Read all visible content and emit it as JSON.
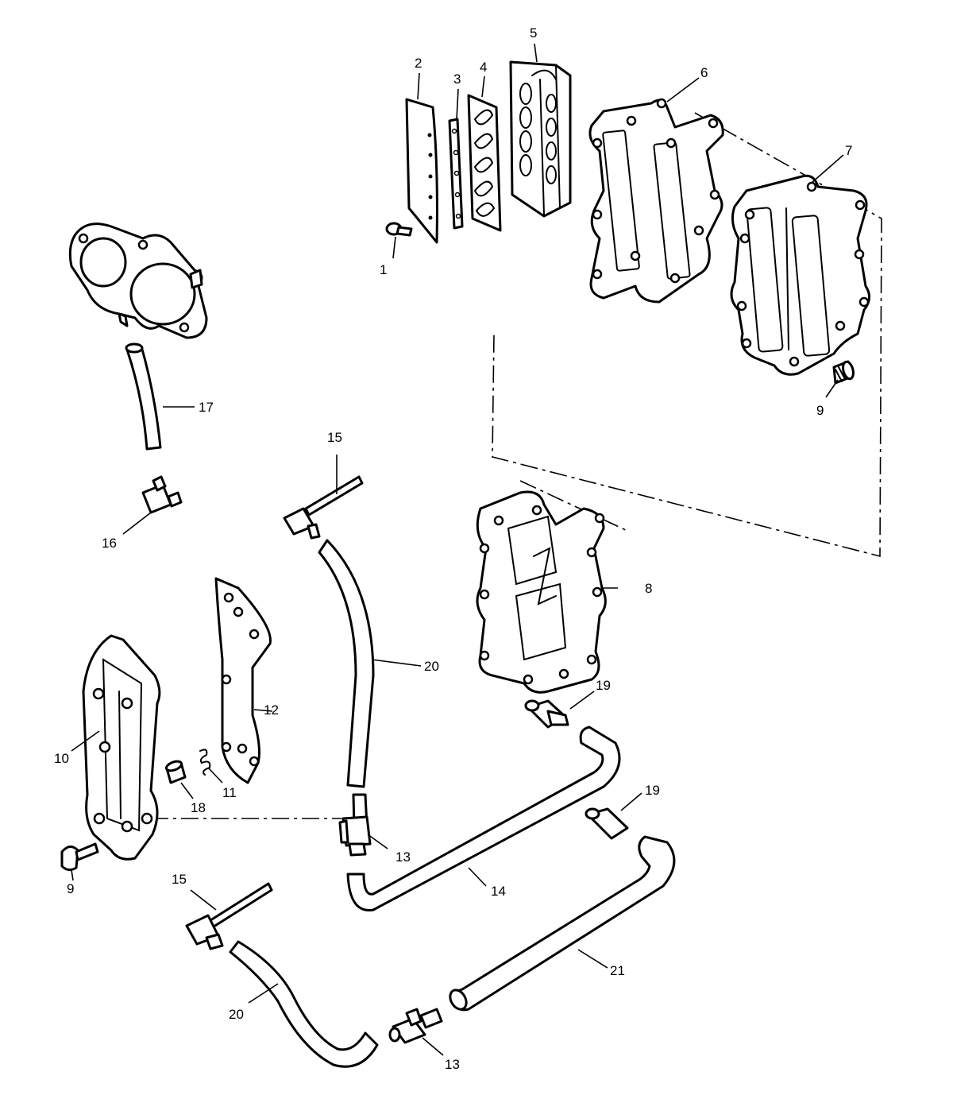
{
  "callouts": [
    {
      "id": "1",
      "text": "1"
    },
    {
      "id": "2",
      "text": "2"
    },
    {
      "id": "3",
      "text": "3"
    },
    {
      "id": "4",
      "text": "4"
    },
    {
      "id": "5",
      "text": "5"
    },
    {
      "id": "6",
      "text": "6"
    },
    {
      "id": "7",
      "text": "7"
    },
    {
      "id": "8",
      "text": "8"
    },
    {
      "id": "9a",
      "text": "9"
    },
    {
      "id": "9b",
      "text": "9"
    },
    {
      "id": "10",
      "text": "10"
    },
    {
      "id": "11",
      "text": "11"
    },
    {
      "id": "12",
      "text": "12"
    },
    {
      "id": "13a",
      "text": "13"
    },
    {
      "id": "13b",
      "text": "13"
    },
    {
      "id": "14",
      "text": "14"
    },
    {
      "id": "15a",
      "text": "15"
    },
    {
      "id": "15b",
      "text": "15"
    },
    {
      "id": "16",
      "text": "16"
    },
    {
      "id": "17",
      "text": "17"
    },
    {
      "id": "18",
      "text": "18"
    },
    {
      "id": "19a",
      "text": "19"
    },
    {
      "id": "19b",
      "text": "19"
    },
    {
      "id": "20a",
      "text": "20"
    },
    {
      "id": "20b",
      "text": "20"
    },
    {
      "id": "21",
      "text": "21"
    }
  ]
}
